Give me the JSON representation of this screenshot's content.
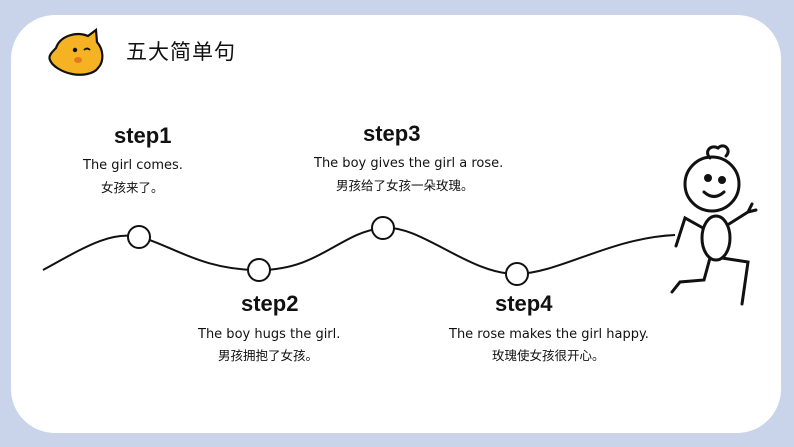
{
  "title": "五大简单句",
  "steps": [
    {
      "label": "step1",
      "en": "The girl comes.",
      "zh": "女孩来了。"
    },
    {
      "label": "step2",
      "en": "The boy hugs the girl.",
      "zh": "男孩拥抱了女孩。"
    },
    {
      "label": "step3",
      "en": "The boy gives the girl a rose.",
      "zh": "男孩给了女孩一朵玫瑰。"
    },
    {
      "label": "step4",
      "en": "The rose makes the girl happy.",
      "zh": "玫瑰使女孩很开心。"
    }
  ],
  "colors": {
    "background": "#c9d3ea",
    "card": "#ffffff",
    "mascot": "#f5b323",
    "line": "#111111"
  }
}
